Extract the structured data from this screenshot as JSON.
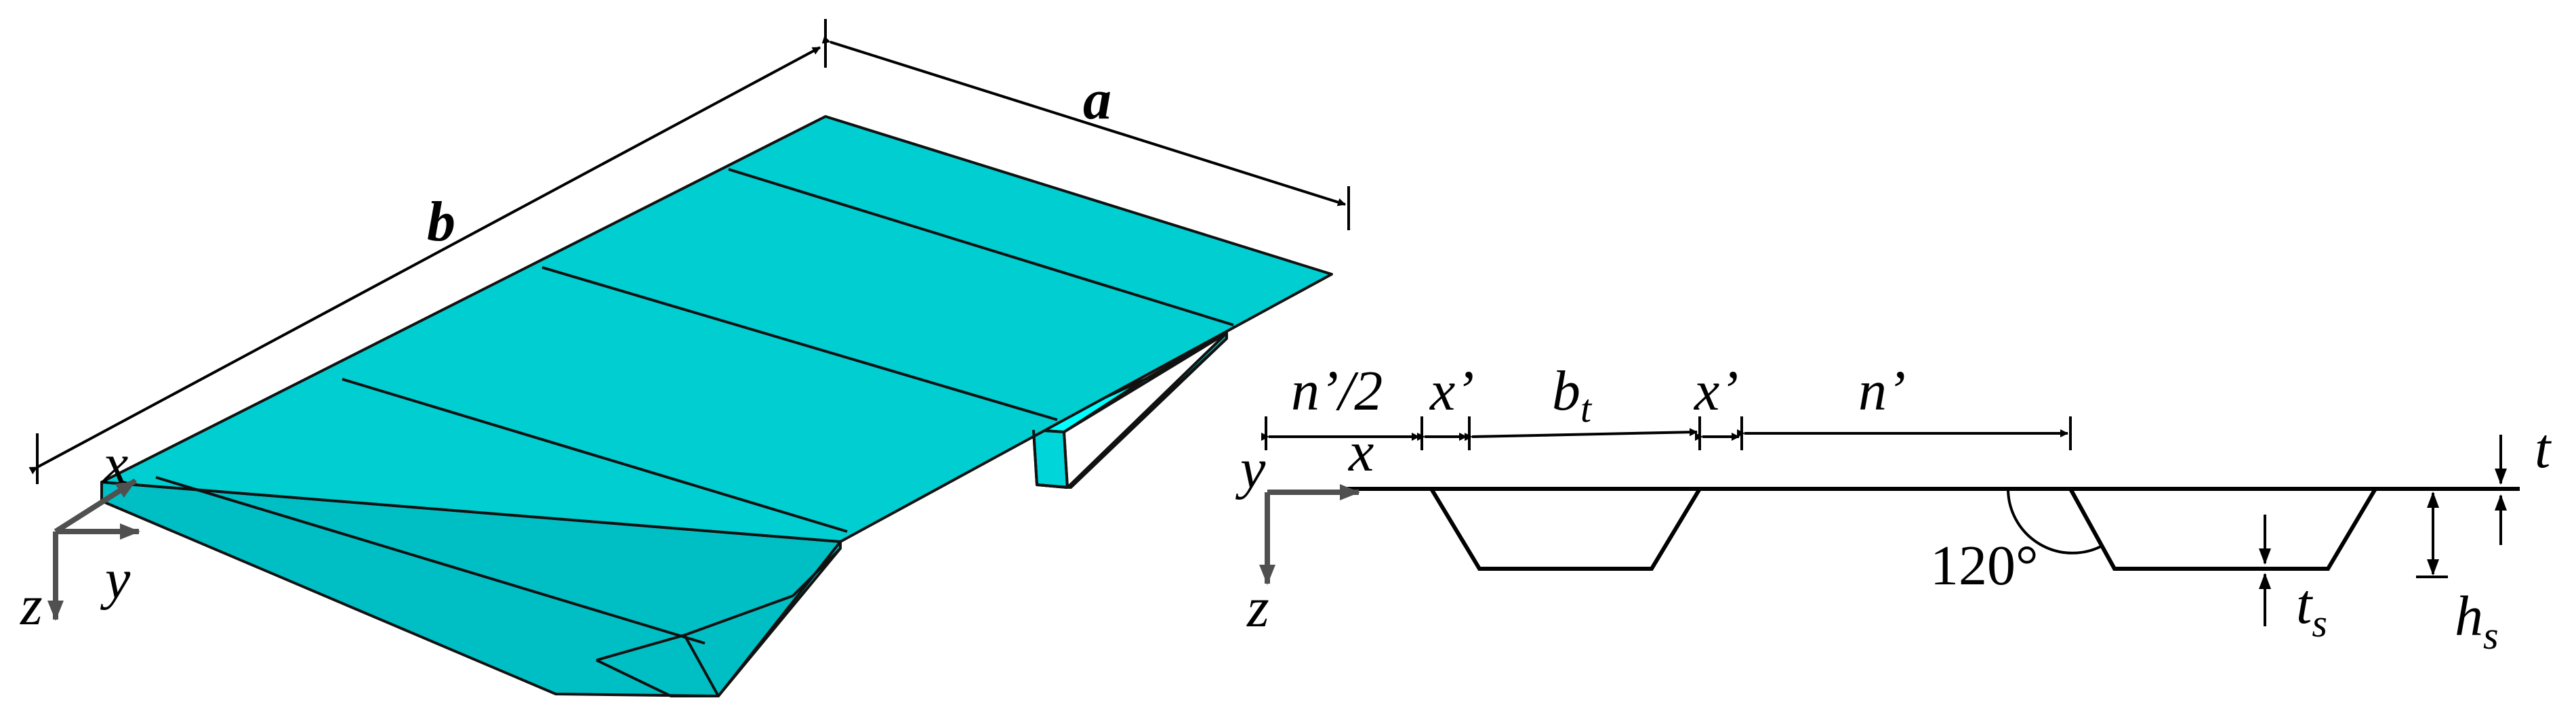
{
  "colors": {
    "plate_top": "#00CED1",
    "plate_side": "#00BFC4",
    "stiffener_inner": "#00FFFF",
    "stiffener_bottom": "#00D5DA",
    "line": "#000000",
    "axis_arrow": "#505050"
  },
  "left_view": {
    "dimension_a": "a",
    "dimension_b": "b",
    "axis_x": "x",
    "axis_y": "y",
    "axis_z": "z"
  },
  "right_view": {
    "dim_n_half": "n’/2",
    "dim_x_prime_1": "x’",
    "dim_b": "b",
    "dim_b_sub": "t",
    "dim_x_prime_2": "x’",
    "dim_n": "n’",
    "dim_t": "t",
    "dim_ts": "t",
    "dim_ts_sub": "s",
    "dim_hs": "h",
    "dim_hs_sub": "s",
    "angle": "120°",
    "axis_x": "x",
    "axis_y": "y",
    "axis_z": "z"
  }
}
